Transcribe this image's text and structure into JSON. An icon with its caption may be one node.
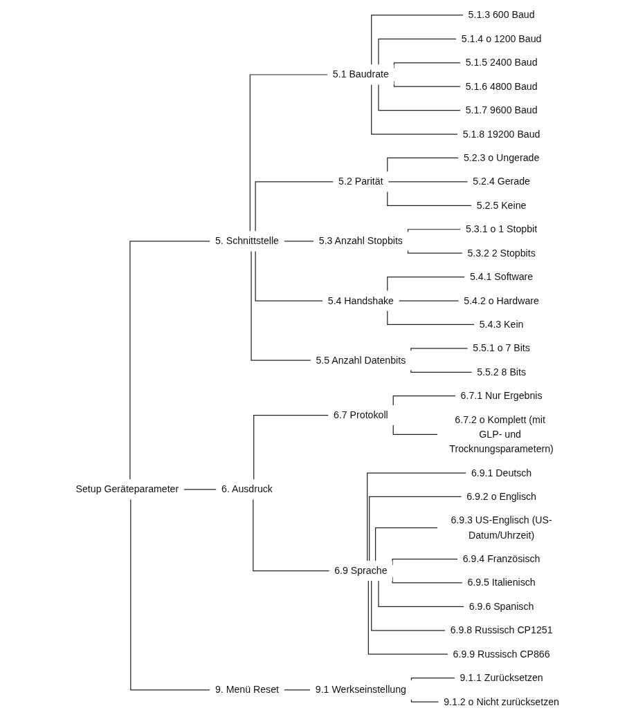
{
  "diagram": {
    "nodes": [
      {
        "text": [
          "Setup Geräteparameter"
        ]
      },
      {
        "text": [
          "5. Schnittstelle"
        ]
      },
      {
        "text": [
          "5.1 Baudrate"
        ]
      },
      {
        "text": [
          "5.1.3 600 Baud"
        ]
      },
      {
        "text": [
          "5.1.4 o 1200 Baud"
        ]
      },
      {
        "text": [
          "5.1.5 2400 Baud"
        ]
      },
      {
        "text": [
          "5.1.6 4800 Baud"
        ]
      },
      {
        "text": [
          "5.1.7 9600 Baud"
        ]
      },
      {
        "text": [
          "5.1.8 19200 Baud"
        ]
      },
      {
        "text": [
          "5.2 Parität"
        ]
      },
      {
        "text": [
          "5.2.3 o Ungerade"
        ]
      },
      {
        "text": [
          "5.2.4 Gerade"
        ]
      },
      {
        "text": [
          "5.2.5 Keine"
        ]
      },
      {
        "text": [
          "5.3 Anzahl Stopbits"
        ]
      },
      {
        "text": [
          "5.3.1 o 1 Stopbit"
        ]
      },
      {
        "text": [
          "5.3.2 2 Stopbits"
        ]
      },
      {
        "text": [
          "5.4 Handshake"
        ]
      },
      {
        "text": [
          "5.4.1 Software"
        ]
      },
      {
        "text": [
          "5.4.2 o Hardware"
        ]
      },
      {
        "text": [
          "5.4.3 Kein"
        ]
      },
      {
        "text": [
          "5.5 Anzahl Datenbits"
        ]
      },
      {
        "text": [
          "5.5.1 o 7 Bits"
        ]
      },
      {
        "text": [
          "5.5.2 8 Bits"
        ]
      },
      {
        "text": [
          "6. Ausdruck"
        ]
      },
      {
        "text": [
          "6.7 Protokoll"
        ]
      },
      {
        "text": [
          "6.7.1 Nur Ergebnis"
        ]
      },
      {
        "text": [
          "6.7.2 o Komplett (mit GLP- und Trocknungsparametern)"
        ]
      },
      {
        "text": [
          "6.9 Sprache"
        ]
      },
      {
        "text": [
          "6.9.1 Deutsch"
        ]
      },
      {
        "text": [
          "6.9.2 o Englisch"
        ]
      },
      {
        "text": [
          "6.9.3 US-Englisch (US-Datum/Uhrzeit)"
        ]
      },
      {
        "text": [
          "6.9.4 Französisch"
        ]
      },
      {
        "text": [
          "6.9.5 Italienisch"
        ]
      },
      {
        "text": [
          "6.9.6 Spanisch"
        ]
      },
      {
        "text": [
          "6.9.8 Russisch CP1251"
        ]
      },
      {
        "text": [
          "6.9.9 Russisch CP866"
        ]
      },
      {
        "text": [
          "9. Menü Reset"
        ]
      },
      {
        "text": [
          "9.1 Werkseinstellung"
        ]
      },
      {
        "text": [
          "9.1.1 Zurücksetzen"
        ]
      },
      {
        "text": [
          "9.1.2 o Nicht zurücksetzen"
        ]
      }
    ],
    "edges": [
      {
        "from": 0,
        "to": 1,
        "arrow": "none"
      },
      {
        "from": 1,
        "to": 2,
        "arrow": "none"
      },
      {
        "from": 2,
        "to": 3,
        "arrow": "none"
      },
      {
        "from": 2,
        "to": 4,
        "arrow": "none"
      },
      {
        "from": 2,
        "to": 5,
        "arrow": "none"
      },
      {
        "from": 2,
        "to": 6,
        "arrow": "none"
      },
      {
        "from": 2,
        "to": 7,
        "arrow": "none"
      },
      {
        "from": 2,
        "to": 8,
        "arrow": "none"
      },
      {
        "from": 1,
        "to": 9,
        "arrow": "none"
      },
      {
        "from": 9,
        "to": 10,
        "arrow": "none"
      },
      {
        "from": 9,
        "to": 11,
        "arrow": "none"
      },
      {
        "from": 9,
        "to": 12,
        "arrow": "none"
      },
      {
        "from": 1,
        "to": 13,
        "arrow": "none"
      },
      {
        "from": 13,
        "to": 14,
        "arrow": "none"
      },
      {
        "from": 13,
        "to": 15,
        "arrow": "none"
      },
      {
        "from": 1,
        "to": 16,
        "arrow": "none"
      },
      {
        "from": 16,
        "to": 17,
        "arrow": "none"
      },
      {
        "from": 16,
        "to": 18,
        "arrow": "none"
      },
      {
        "from": 16,
        "to": 19,
        "arrow": "none"
      },
      {
        "from": 1,
        "to": 20,
        "arrow": "none"
      },
      {
        "from": 20,
        "to": 21,
        "arrow": "none"
      },
      {
        "from": 20,
        "to": 22,
        "arrow": "none"
      },
      {
        "from": 0,
        "to": 23,
        "arrow": "none"
      },
      {
        "from": 23,
        "to": 24,
        "arrow": "none"
      },
      {
        "from": 24,
        "to": 25,
        "arrow": "none"
      },
      {
        "from": 24,
        "to": 26,
        "arrow": "none"
      },
      {
        "from": 23,
        "to": 27,
        "arrow": "none"
      },
      {
        "from": 27,
        "to": 28,
        "arrow": "none"
      },
      {
        "from": 27,
        "to": 29,
        "arrow": "none"
      },
      {
        "from": 27,
        "to": 30,
        "arrow": "none"
      },
      {
        "from": 27,
        "to": 31,
        "arrow": "none"
      },
      {
        "from": 27,
        "to": 32,
        "arrow": "none"
      },
      {
        "from": 27,
        "to": 33,
        "arrow": "none"
      },
      {
        "from": 27,
        "to": 34,
        "arrow": "none"
      },
      {
        "from": 27,
        "to": 35,
        "arrow": "none"
      },
      {
        "from": 0,
        "to": 36,
        "arrow": "none"
      },
      {
        "from": 36,
        "to": 37,
        "arrow": "none"
      },
      {
        "from": 37,
        "to": 38,
        "arrow": "none"
      },
      {
        "from": 37,
        "to": 39,
        "arrow": "none"
      }
    ]
  }
}
